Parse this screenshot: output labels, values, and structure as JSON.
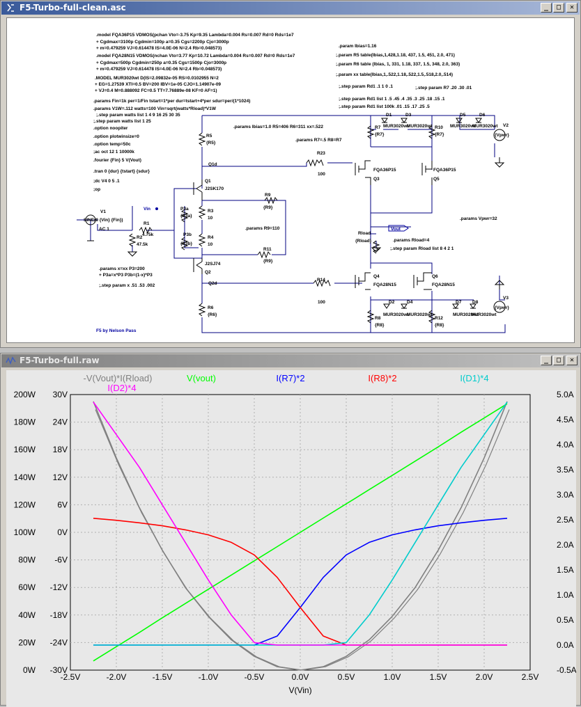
{
  "schematic_window": {
    "title": "F5-Turbo-full-clean.asc",
    "directives": [
      ".model FQA36P15 VDMOS(pchan Vto=-3.75 Kp=9.35 Lambda=0.004 Rs=0.007 Rd=0  Rds=1e7",
      "+ Cgdmax=3100p Cgdmin=100p a=0.35 Cgs=2200p Cjo=3000p",
      "+ m=0.479259 VJ=0.614478 IS=4.0E-06 N=2.4 Rb=0.048573)",
      ".model FQA28N15 VDMOS(nchan Vto=3.77 Kp=10.72 Lambda=0.004 Rs=0.007 Rd=0 Rds=1e7",
      "+ Cgdmax=500p Cgdmin=250p a=0.35 Cgs=1500p Cjo=3000p",
      "+ m=0.479259 VJ=0.614478 IS=4.0E-06 N=2.4 Rb=0.048573)",
      ".MODEL MUR3020wt D(IS=2.09832e-05 RS=0.0102955 N=2",
      "+ EG=1.27539 XTI=0.5 BV=200 IBV=1e-05 CJO=1.14907e-09",
      "+ VJ=0.4 M=0.888092 FC=0.5 TT=7.76889e-08 KF=0 AF=1)",
      ".params Fin=1k per=1/Fin tstart=1*per dur=tstart+4*per sdur=per/(1*1024)",
      ".params V1W=.112 watts=100 Vin=sqrt(watts*Rload)*V1W",
      ";.step param watts  list 1 4 9 16 25 30 35",
      ";.step param watts  list 1 25",
      ".option noopiter",
      ".option plotwinsize=0",
      ".option temp=50c",
      ";ac oct 12 1 10000k",
      ".fourier {Fin} 5 V(Vout)",
      ".tran 0 {dur} {tstart} {sdur}",
      ";dc V4 0 5 .1",
      ";op",
      ".params x=xx P3=200",
      "+ P3a=x*P3 P3b=(1-x)*P3",
      ";.step param x .51 .53 .002",
      ".params Ibias=1.0 R5=406 R6=311 xx=.522",
      ".params R7=.5 R8=R7",
      ".params R9=110",
      ".param Ibias=1.16",
      ";.param R5 table(Ibias,1,428,1.18, 437, 1.5, 451, 2.0, 471)",
      ";.param R6 table (Ibias, 1, 331, 1.18, 337, 1.5, 348, 2.0, 363)",
      ";.param xx table(Ibias,1,.522,1.18,.522,1.5,.518,2.0,.514)",
      ";.step param Rd1 .1 1 0 .1",
      ";.step param R7 .20 .30 .01",
      ";.step param Rd1 list 1 .5 .45 .4 .35 .3 .25 .18 .15 .1",
      ";.step param Rd1 list 100k .01 .15 .17 .25 .5",
      ".params Vpwr=32",
      ".params Rload=4",
      ";.step param Rload list 8 4 2 1",
      "F5 by Nelson Pass"
    ],
    "parts": {
      "R1": "R1",
      "R1v": "4.75k",
      "R2": "R2",
      "R2v": "47.5k",
      "V1": "V1",
      "V1v": "SINE(0 {Vin} {Fin})",
      "V1ac": "AC 1",
      "vin": "Vin",
      "P3a": "P3a",
      "P3av": "{P3a}",
      "P3b": "P3b",
      "P3bv": "{P3b}",
      "R3": "R3",
      "R3v": "10",
      "R4": "R4",
      "R4v": "10",
      "R5": "R5",
      "R5v": "{R5}",
      "R6": "R6",
      "R6v": "{R6}",
      "Q1": "Q1",
      "Q1t": "J2SK170",
      "Q1d": "Q1d",
      "Q2": "Q2",
      "Q2t": "J2SJ74",
      "Q2d": "Q2d",
      "R9": "R9",
      "R9v": "{R9}",
      "R11": "R11",
      "R11v": "{R9}",
      "R23": "R23",
      "R23v": "100",
      "R14": "R14",
      "R14v": "100",
      "Q3": "Q3",
      "Q3t": "FQA36P15",
      "Q5": "Q5",
      "Q5t": "FQA36P15",
      "Q4": "Q4",
      "Q4t": "FQA28N15",
      "Q6": "Q6",
      "Q6t": "FQA28N15",
      "R7": "R7",
      "R7v": "{R7}",
      "R10": "R10",
      "R10v": "{R7}",
      "R8": "R8",
      "R8v": "{R8}",
      "R12": "R12",
      "R12v": "{R8}",
      "D1": "D1",
      "D3": "D3",
      "D5": "D5",
      "D6": "D6",
      "D2": "D2",
      "D4": "D4",
      "D7": "D7",
      "D8": "D8",
      "dmodel": "MUR3020wt",
      "Rload": "Rload",
      "Rloadv": "{Rload}",
      "vout": "Vout",
      "V2": "V2",
      "V3": "V3",
      "vpwr": "{Vpwr}"
    }
  },
  "plot_window": {
    "title": "F5-Turbo-full.raw",
    "traces": [
      {
        "label": "-V(Vout)*I(Rload)",
        "color": "#808080"
      },
      {
        "label": "V(vout)",
        "color": "#00ff00"
      },
      {
        "label": "I(R7)*2",
        "color": "#0000ff"
      },
      {
        "label": "I(R8)*2",
        "color": "#ff0000"
      },
      {
        "label": "I(D1)*4",
        "color": "#00cccc"
      },
      {
        "label": "I(D2)*4",
        "color": "#ff00ff"
      }
    ],
    "xlabel": "V(Vin)",
    "left_ticks": [
      "200W",
      "180W",
      "160W",
      "140W",
      "120W",
      "100W",
      "80W",
      "60W",
      "40W",
      "20W",
      "0W"
    ],
    "mid_ticks": [
      "30V",
      "24V",
      "18V",
      "12V",
      "6V",
      "0V",
      "-6V",
      "-12V",
      "-18V",
      "-24V",
      "-30V"
    ],
    "right_ticks": [
      "5.0A",
      "4.5A",
      "4.0A",
      "3.5A",
      "3.0A",
      "2.5A",
      "2.0A",
      "1.5A",
      "1.0A",
      "0.5A",
      "0.0A",
      "-0.5A"
    ],
    "x_ticks": [
      "-2.5V",
      "-2.0V",
      "-1.5V",
      "-1.0V",
      "-0.5V",
      "0.0V",
      "0.5V",
      "1.0V",
      "1.5V",
      "2.0V",
      "2.5V"
    ]
  },
  "chart_data": {
    "type": "line",
    "xlabel": "V(Vin)",
    "xlim": [
      -2.5,
      2.5
    ],
    "y_axes": [
      {
        "side": "left",
        "unit": "W",
        "range": [
          0,
          200
        ]
      },
      {
        "side": "left-inner",
        "unit": "V",
        "range": [
          -30,
          30
        ]
      },
      {
        "side": "right",
        "unit": "A",
        "range": [
          -0.5,
          5.0
        ]
      }
    ],
    "x": [
      -2.25,
      -2.0,
      -1.75,
      -1.5,
      -1.25,
      -1.0,
      -0.75,
      -0.5,
      -0.25,
      0.0,
      0.25,
      0.5,
      0.75,
      1.0,
      1.25,
      1.5,
      1.75,
      2.0,
      2.25
    ],
    "series": [
      {
        "name": "-V(Vout)*I(Rload)",
        "axis": "W",
        "values": [
          195,
          154,
          118,
          87,
          60,
          39,
          22,
          10,
          2.5,
          0,
          2.5,
          10,
          22,
          39,
          60,
          87,
          118,
          154,
          195
        ]
      },
      {
        "name": "V(vout)",
        "axis": "V",
        "values": [
          -28,
          -24.9,
          -21.8,
          -18.6,
          -15.5,
          -12.4,
          -9.3,
          -6.2,
          -3.1,
          0,
          3.1,
          6.2,
          9.3,
          12.4,
          15.5,
          18.6,
          21.8,
          24.9,
          28
        ]
      },
      {
        "name": "I(R7)*2",
        "axis": "A",
        "values": [
          0,
          0,
          0,
          0,
          0,
          0,
          0,
          0,
          0.18,
          0.75,
          1.35,
          1.8,
          2.05,
          2.2,
          2.3,
          2.38,
          2.44,
          2.49,
          2.53
        ]
      },
      {
        "name": "I(R8)*2",
        "axis": "A",
        "values": [
          2.53,
          2.49,
          2.44,
          2.38,
          2.3,
          2.2,
          2.05,
          1.8,
          1.35,
          0.75,
          0.18,
          0,
          0,
          0,
          0,
          0,
          0,
          0,
          0
        ]
      },
      {
        "name": "I(D1)*4",
        "axis": "A",
        "values": [
          0,
          0,
          0,
          0,
          0,
          0,
          0,
          0,
          0,
          0,
          0,
          0.05,
          0.6,
          1.3,
          2.05,
          2.8,
          3.55,
          4.2,
          4.85
        ]
      },
      {
        "name": "I(D2)*4",
        "axis": "A",
        "values": [
          4.85,
          4.2,
          3.55,
          2.8,
          2.05,
          1.3,
          0.6,
          0.05,
          0,
          0,
          0,
          0,
          0,
          0,
          0,
          0,
          0,
          0,
          0
        ]
      }
    ]
  }
}
